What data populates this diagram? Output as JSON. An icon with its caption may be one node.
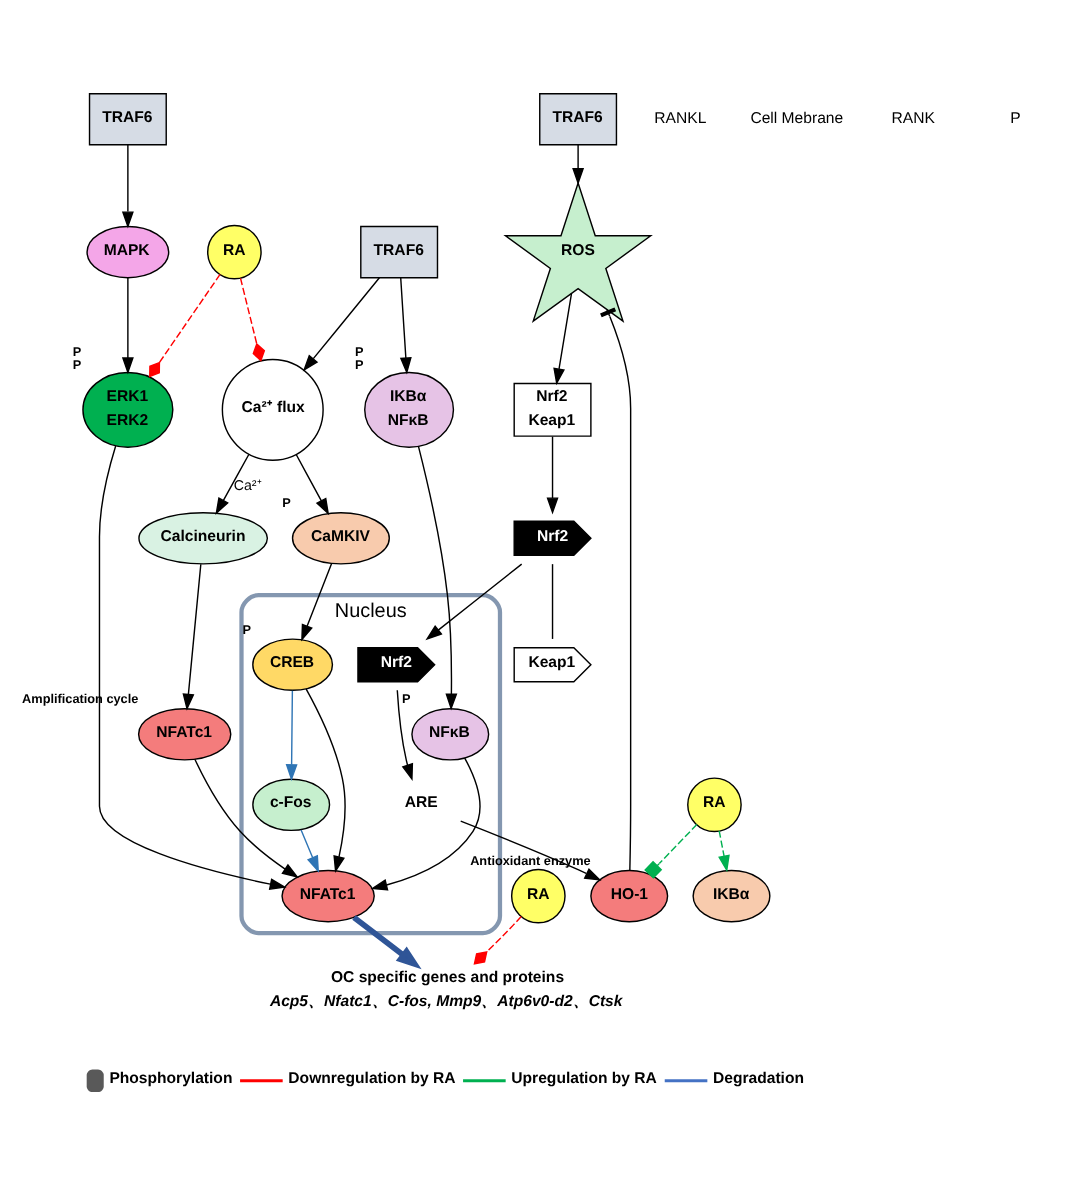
{
  "diagram": {
    "nodes": [
      {
        "text": [
          "TRAF6"
        ]
      },
      {
        "text": [
          "TRAF6"
        ]
      },
      {
        "text": [
          "TRAF6"
        ]
      },
      {
        "text": [
          "Ca²⁺ flux"
        ]
      },
      {
        "text": [
          "MAPK"
        ]
      },
      {
        "text": [
          "RA"
        ]
      },
      {
        "text": [
          "Calcineurin"
        ]
      },
      {
        "text": [
          "CaMKIV"
        ],
        "beside": [
          "P"
        ]
      },
      {
        "text": [
          "IKBα",
          "NFκB"
        ],
        "beside": [
          "P",
          "P"
        ]
      },
      {
        "text": [
          "ROS"
        ]
      },
      {
        "text": [
          "Nrf2",
          "Keap1"
        ]
      },
      {
        "text": [
          "RA"
        ]
      },
      {
        "text": [
          "IKBα"
        ]
      },
      {
        "text": [
          "ERK1",
          "ERK2"
        ],
        "beside": [
          "P",
          "P"
        ]
      },
      {
        "text": [
          "NFATc1"
        ],
        "beside": [
          "Amplification cycle"
        ]
      },
      {
        "text": [
          "Nrf2"
        ]
      },
      {
        "text": [
          "Keap1"
        ]
      },
      {
        "text": [
          "HO-1"
        ],
        "beside": [
          "Antioxidant enzyme"
        ]
      },
      {
        "text": [
          "Nucleus"
        ]
      },
      {
        "text": [
          "CREB"
        ],
        "beside": [
          "P"
        ],
        "in": 18
      },
      {
        "text": [
          "NFκB"
        ],
        "beside": [
          "P"
        ],
        "in": 18
      },
      {
        "text": [
          "Nrf2"
        ],
        "in": 18
      },
      {
        "text": [
          "c-Fos"
        ],
        "in": 18
      },
      {
        "text": [
          "ARE"
        ],
        "in": 18
      },
      {
        "text": [
          "NFATc1"
        ],
        "in": 18
      },
      {
        "text": [
          "RA"
        ]
      },
      {
        "text": [
          "OC specific genes and proteins",
          "Acp5、Nfatc1、C-fos, Mmp9、Atp6v0-d2、Ctsk"
        ]
      }
    ],
    "edges": [
      {
        "from": 0,
        "to": 4,
        "arrow": "to"
      },
      {
        "from": 1,
        "to": 3,
        "arrow": "to"
      },
      {
        "from": 1,
        "to": 8,
        "arrow": "to"
      },
      {
        "from": 2,
        "to": 9,
        "arrow": "to"
      },
      {
        "from": 5,
        "to": 3,
        "arrow": "other",
        "style": "dashed",
        "color": "#ff0000"
      },
      {
        "from": 5,
        "to": 13,
        "arrow": "other",
        "style": "dashed",
        "color": "#ff0000"
      },
      {
        "from": 3,
        "to": 7,
        "arrow": "to"
      },
      {
        "from": 3,
        "to": 6,
        "arrow": "to",
        "label": "Ca²⁺"
      },
      {
        "from": 6,
        "to": 14,
        "arrow": "to"
      },
      {
        "from": 4,
        "to": 13,
        "arrow": "to"
      },
      {
        "from": 7,
        "to": 19,
        "arrow": "to"
      },
      {
        "from": 9,
        "to": 10,
        "arrow": "to"
      },
      {
        "from": 17,
        "to": 9,
        "arrow": "other"
      },
      {
        "from": 11,
        "to": 12,
        "arrow": "to",
        "style": "dashed",
        "color": "#00b050"
      },
      {
        "from": 11,
        "to": 17,
        "arrow": "other",
        "style": "dashed",
        "color": "#00b050"
      },
      {
        "from": 10,
        "to": 15,
        "arrow": "to"
      },
      {
        "from": 15,
        "to": 21,
        "arrow": "to"
      },
      {
        "from": 15,
        "to": 16,
        "arrow": "none"
      },
      {
        "from": 8,
        "to": 20,
        "arrow": "to"
      },
      {
        "from": 14,
        "to": 24,
        "arrow": "to"
      },
      {
        "from": 19,
        "to": 22,
        "arrow": "to",
        "color": "#2f75b5"
      },
      {
        "from": 19,
        "to": 24,
        "arrow": "to"
      },
      {
        "from": 20,
        "to": 24,
        "arrow": "to"
      },
      {
        "from": 22,
        "to": 24,
        "arrow": "to",
        "color": "#2f75b5"
      },
      {
        "from": 21,
        "to": 23,
        "arrow": "to"
      },
      {
        "from": 23,
        "to": 17,
        "arrow": "to"
      },
      {
        "from": 13,
        "to": 24,
        "arrow": "to"
      },
      {
        "from": 25,
        "to": 26,
        "arrow": "other",
        "style": "dashed",
        "color": "#ff0000"
      },
      {
        "from": 24,
        "to": 26,
        "arrow": "to",
        "style": "thick",
        "color": "#2f5597"
      }
    ],
    "labels": [
      "RANKL",
      "Cell Mebrane",
      "RANK",
      "P"
    ],
    "legend": [
      {
        "text": "Phosphorylation"
      },
      {
        "text": "Downregulation by RA"
      },
      {
        "text": "Upregulation by RA"
      },
      {
        "text": "Degradation"
      }
    ]
  }
}
